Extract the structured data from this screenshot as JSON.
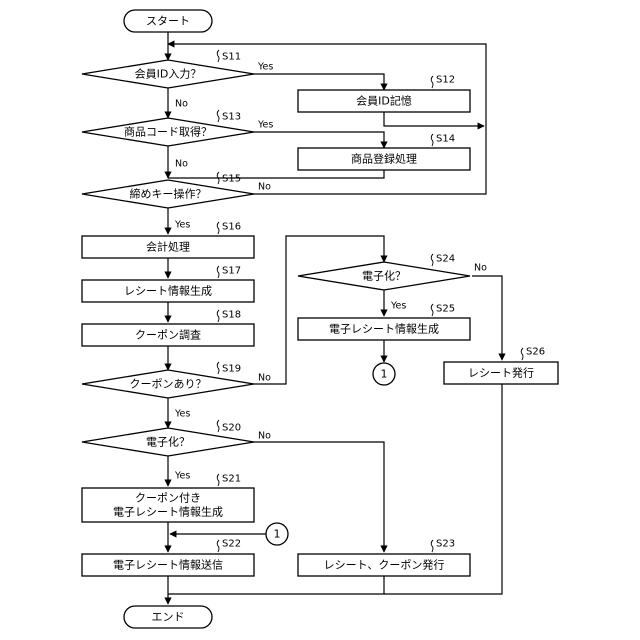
{
  "nodes": {
    "start": "スタート",
    "end": "エンド",
    "s11": "会員ID入力？",
    "s12": "会員ID記憶",
    "s13": "商品コード取得？",
    "s14": "商品登録処理",
    "s15": "締めキー操作？",
    "s16": "会計処理",
    "s17": "レシート情報生成",
    "s18": "クーポン調査",
    "s19": "クーポンあり？",
    "s20": "電子化？",
    "s21_line1": "クーポン付き",
    "s21_line2": "電子レシート情報生成",
    "s22": "電子レシート情報送信",
    "s23": "レシート、クーポン発行",
    "s24": "電子化？",
    "s25": "電子レシート情報生成",
    "s26": "レシート発行",
    "connector_a": "1",
    "connector_b": "1"
  },
  "steps": {
    "s11": "S11",
    "s12": "S12",
    "s13": "S13",
    "s14": "S14",
    "s15": "S15",
    "s16": "S16",
    "s17": "S17",
    "s18": "S18",
    "s19": "S19",
    "s20": "S20",
    "s21": "S21",
    "s22": "S22",
    "s23": "S23",
    "s24": "S24",
    "s25": "S25",
    "s26": "S26"
  },
  "edges": {
    "s11_yes": "Yes",
    "s11_no": "No",
    "s13_yes": "Yes",
    "s13_no": "No",
    "s15_yes": "Yes",
    "s15_no": "No",
    "s19_yes": "Yes",
    "s19_no": "No",
    "s20_yes": "Yes",
    "s20_no": "No",
    "s24_yes": "Yes",
    "s24_no": "No"
  }
}
